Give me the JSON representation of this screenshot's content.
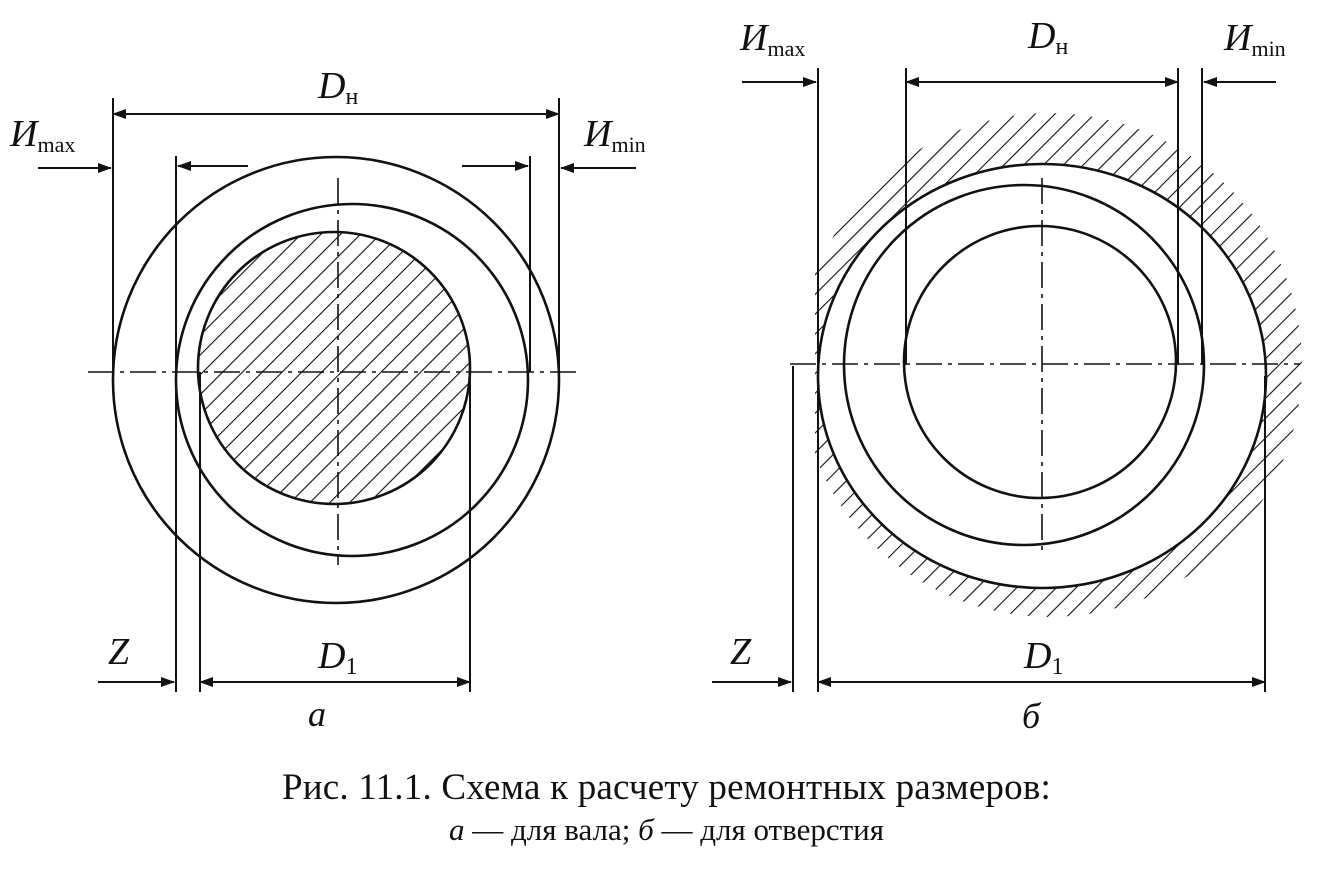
{
  "figure": {
    "panel_a": {
      "label": "а",
      "dims": {
        "Dn": {
          "main": "D",
          "sub": "н"
        },
        "D1": {
          "main": "D",
          "sub": "1"
        },
        "Imax": {
          "main": "И",
          "sub": "max"
        },
        "Imin": {
          "main": "И",
          "sub": "min"
        },
        "Z": "Z"
      }
    },
    "panel_b": {
      "label": "б",
      "dims": {
        "Dn": {
          "main": "D",
          "sub": "н"
        },
        "D1": {
          "main": "D",
          "sub": "1"
        },
        "Imax": {
          "main": "И",
          "sub": "max"
        },
        "Imin": {
          "main": "И",
          "sub": "min"
        },
        "Z": "Z"
      }
    }
  },
  "caption": {
    "line1": "Рис. 11.1. Схема к расчету ремонтных размеров:",
    "line2_a": "а",
    "line2_a_text": " — для вала; ",
    "line2_b": "б",
    "line2_b_text": " — для отверстия"
  },
  "colors": {
    "ink": "#111111",
    "paper": "#ffffff"
  }
}
